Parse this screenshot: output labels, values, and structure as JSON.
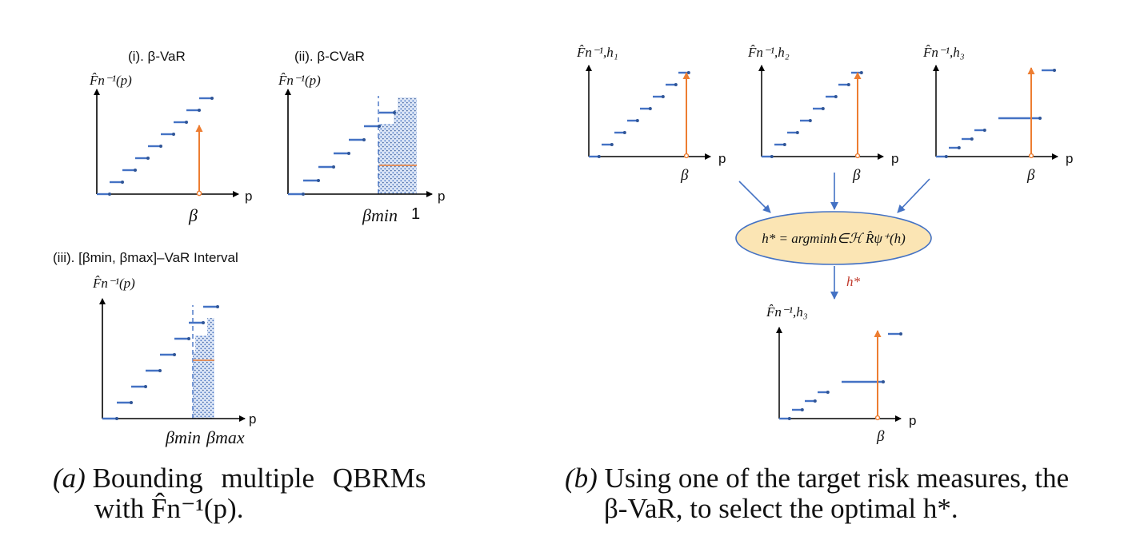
{
  "panel_a": {
    "plot_i": {
      "title": "(i). β-VaR",
      "ylabel": "F̂n⁻¹(p)",
      "xlabel": "p",
      "beta": "β"
    },
    "plot_ii": {
      "title": "(ii). β-CVaR",
      "ylabel": "F̂n⁻¹(p)",
      "xlabel": "p",
      "beta_min": "βmin",
      "one": "1"
    },
    "plot_iii": {
      "title": "(iii). [βmin, βmax]–VaR Interval",
      "ylabel": "F̂n⁻¹(p)",
      "xlabel": "p",
      "beta_min": "βmin",
      "beta_max": "βmax"
    },
    "caption_tag": "(a)",
    "caption_line1": "Bounding multiple QBRMs",
    "caption_line2": "with F̂n⁻¹(p)."
  },
  "panel_b": {
    "plot_h1": {
      "ylabel": "F̂n⁻¹,h₁",
      "xlabel": "p",
      "beta": "β"
    },
    "plot_h2": {
      "ylabel": "F̂n⁻¹,h₂",
      "xlabel": "p",
      "beta": "β"
    },
    "plot_h3": {
      "ylabel": "F̂n⁻¹,h₃",
      "xlabel": "p",
      "beta": "β"
    },
    "ellipse_text": "h* = argminh∈ℋ R̂ψ⁺(h)",
    "arrow_label": "h*",
    "plot_result": {
      "ylabel": "F̂n⁻¹,h₃",
      "xlabel": "p",
      "beta": "β"
    },
    "caption_tag": "(b)",
    "caption_line1": "Using one of the target risk measures, the",
    "caption_line2": "β-VaR, to select the optimal h*."
  },
  "colors": {
    "step": "#4472c4",
    "marker": "#2f5597",
    "orange": "#ed7d31",
    "ellipse_fill": "#fbe5b4",
    "ellipse_stroke": "#4472c4",
    "arrow_blue": "#4472c4",
    "h_star_red": "#c0392b",
    "shade": "#8faadc"
  }
}
